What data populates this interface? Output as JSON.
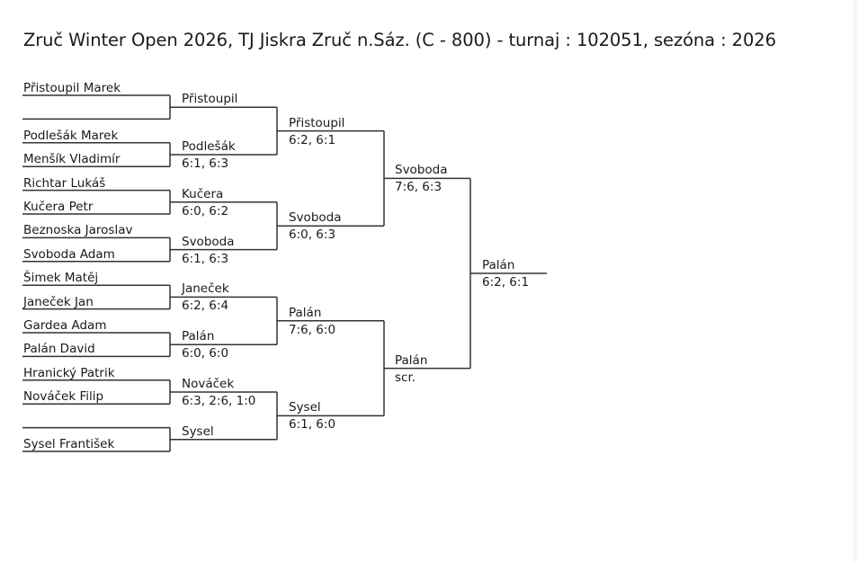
{
  "title": "Zruč Winter Open 2026, TJ Jiskra Zruč n.Sáz. (C - 800) - turnaj : 102051, sezóna : 2026",
  "rounds": {
    "round1": [
      {
        "player1": "Přistoupil Marek",
        "player2": "",
        "winner": "Přistoupil",
        "score": ""
      },
      {
        "player1": "Podlešák Marek",
        "player2": "Menšík Vladimír",
        "winner": "Podlešák",
        "score": "6:1, 6:3"
      },
      {
        "player1": "Richtar Lukáš",
        "player2": "Kučera Petr",
        "winner": "Kučera",
        "score": "6:0, 6:2"
      },
      {
        "player1": "Beznoska Jaroslav",
        "player2": "Svoboda Adam",
        "winner": "Svoboda",
        "score": "6:1, 6:3"
      },
      {
        "player1": "Šimek Matěj",
        "player2": "Janeček Jan",
        "winner": "Janeček",
        "score": "6:2, 6:4"
      },
      {
        "player1": "Gardea Adam",
        "player2": "Palán David",
        "winner": "Palán",
        "score": "6:0, 6:0"
      },
      {
        "player1": "Hranický Patrik",
        "player2": "Nováček Filip",
        "winner": "Nováček",
        "score": "6:3, 2:6, 1:0"
      },
      {
        "player1": "",
        "player2": "Sysel František",
        "winner": "Sysel",
        "score": ""
      }
    ],
    "quarterfinals": [
      {
        "winner": "Přistoupil",
        "score": "6:2, 6:1"
      },
      {
        "winner": "Svoboda",
        "score": "6:0, 6:3"
      },
      {
        "winner": "Palán",
        "score": "7:6, 6:0"
      },
      {
        "winner": "Sysel",
        "score": "6:1, 6:0"
      }
    ],
    "semifinals": [
      {
        "winner": "Svoboda",
        "score": "7:6, 6:3"
      },
      {
        "winner": "Palán",
        "score": "scr."
      }
    ],
    "final": {
      "winner": "Palán",
      "score": "6:2, 6:1"
    }
  }
}
